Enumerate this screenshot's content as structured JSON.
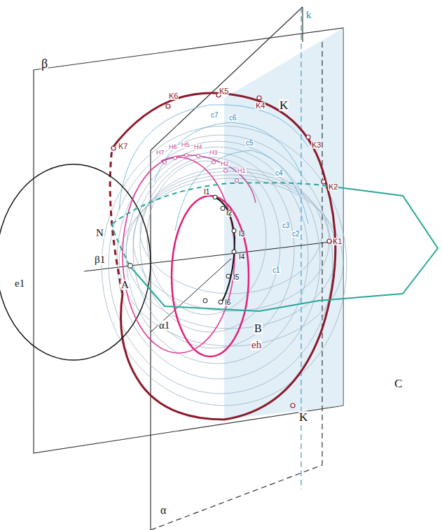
{
  "diagram": {
    "labels": [
      "β",
      "k",
      "K7",
      "K6",
      "K5",
      "K4",
      "K",
      "K3",
      "K2",
      "K1",
      "H7",
      "H6",
      "H5",
      "H4",
      "H3",
      "H2",
      "H1",
      "c7",
      "c6",
      "c5",
      "c4",
      "c3",
      "c2",
      "c1",
      "I1",
      "I2",
      "I3",
      "I4",
      "I5",
      "I6",
      "N",
      "β1",
      "e1",
      "A",
      "α1",
      "B",
      "C",
      "eh",
      "K",
      "α"
    ]
  }
}
